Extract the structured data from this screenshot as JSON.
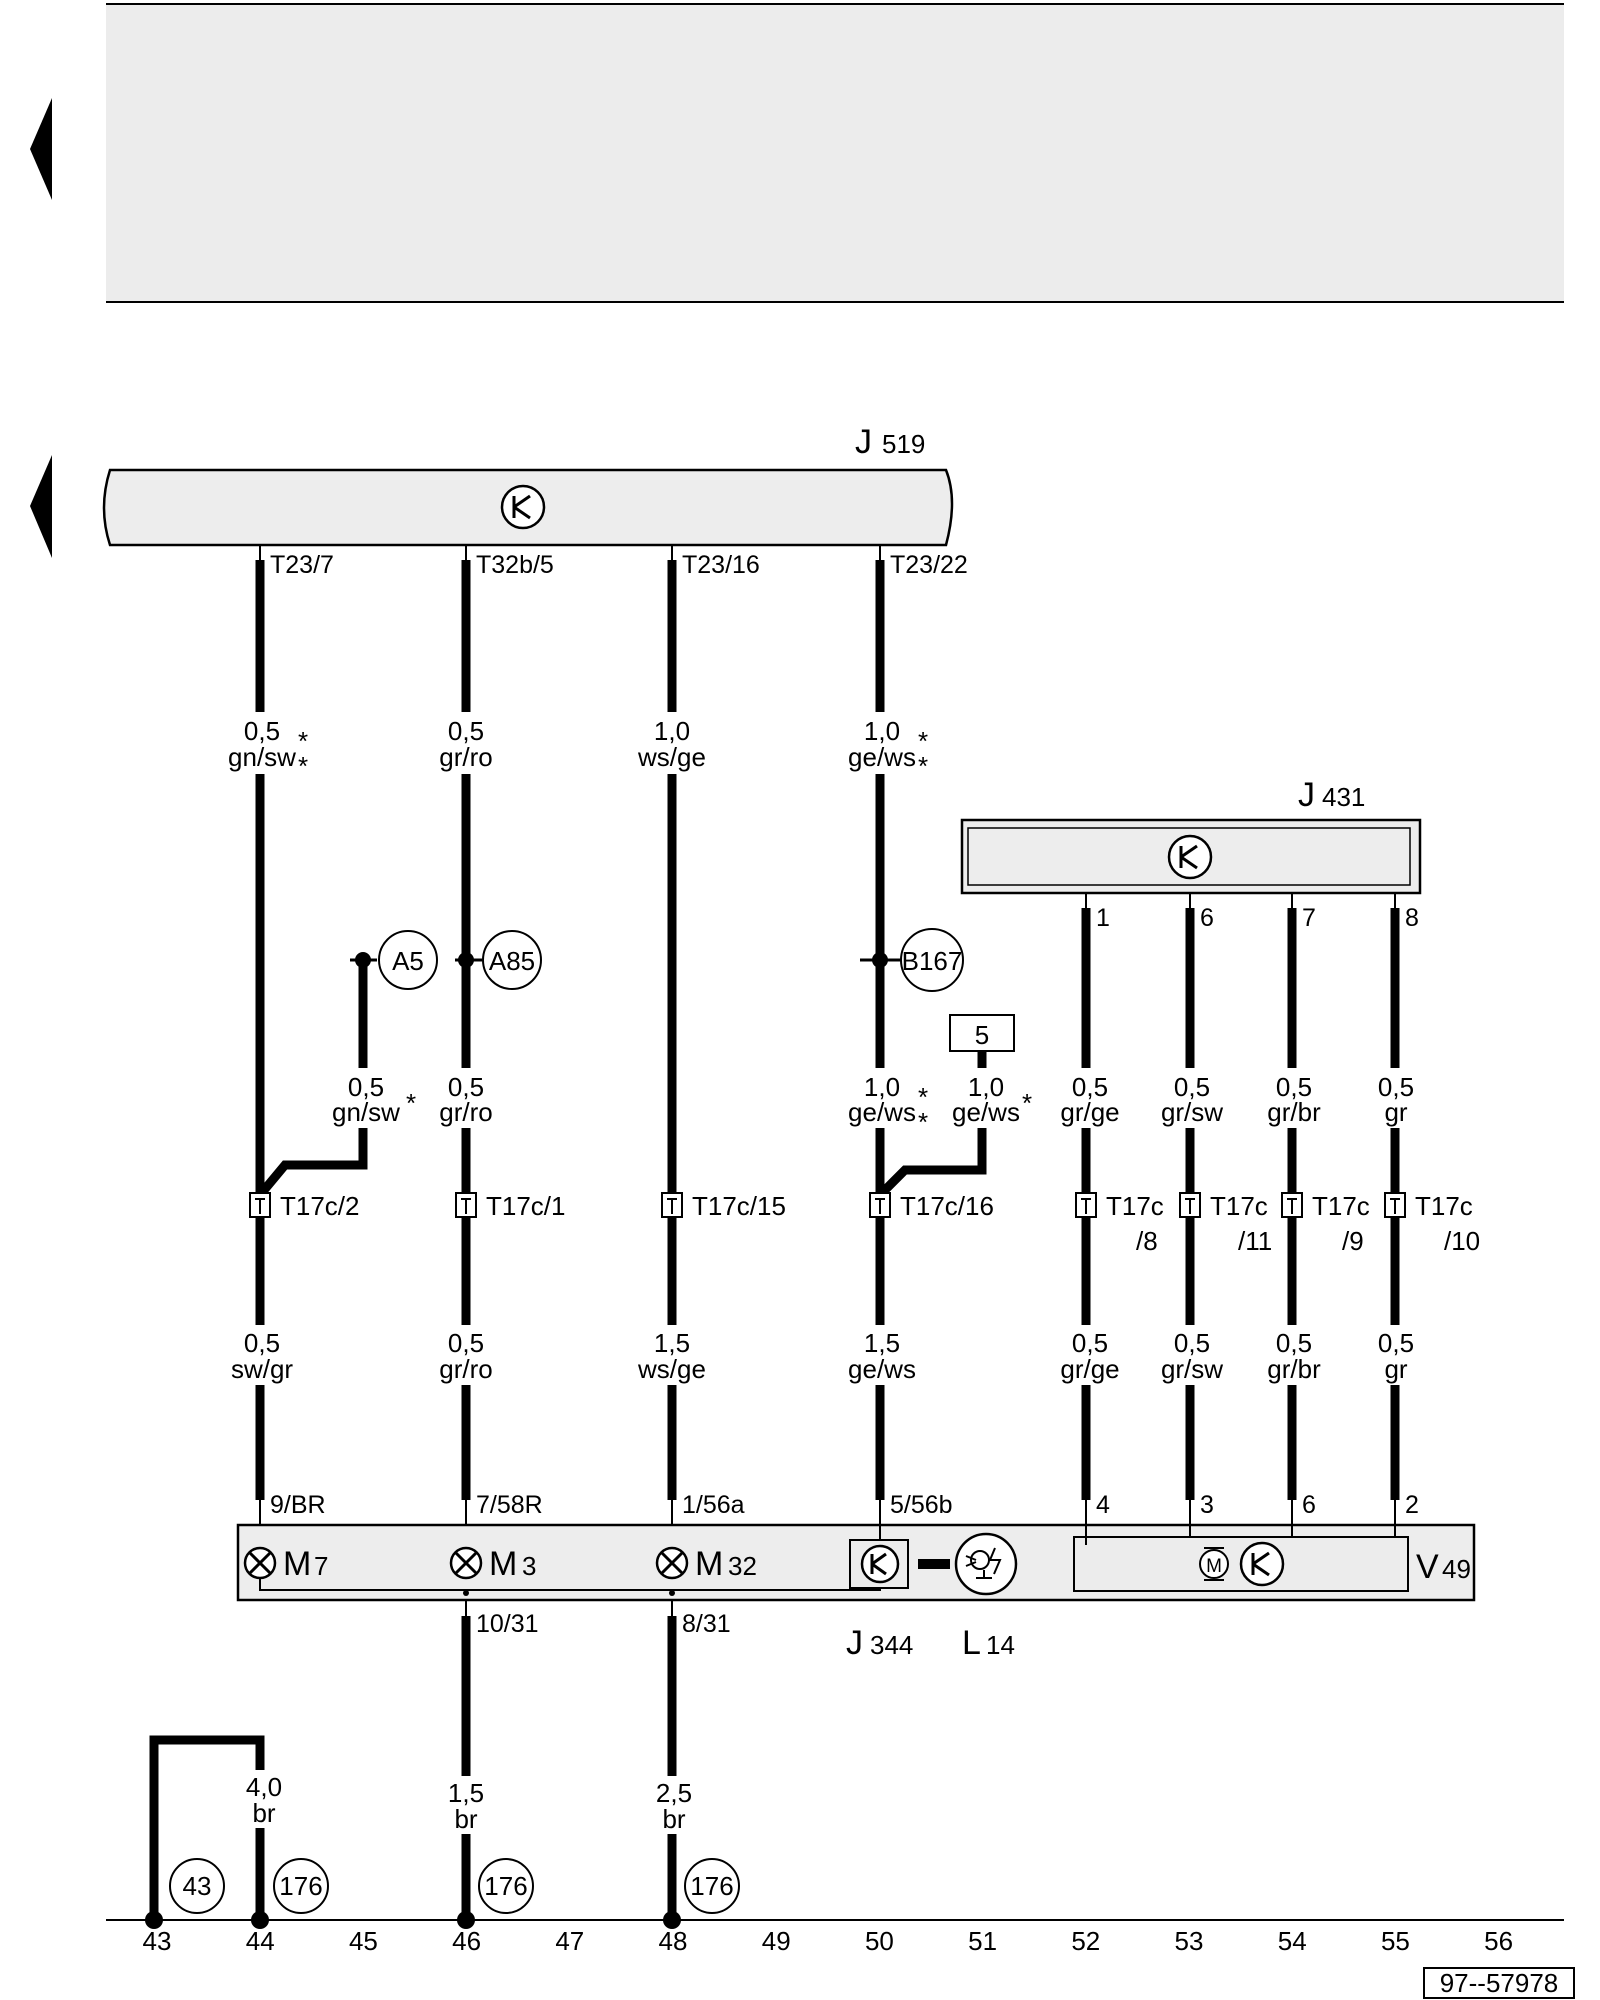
{
  "components": {
    "j519": {
      "code": "J",
      "sub": "519"
    },
    "j431": {
      "code": "J",
      "sub": "431"
    },
    "j344": {
      "code": "J",
      "sub": "344"
    },
    "l14": {
      "code": "L",
      "sub": "14"
    },
    "v49": {
      "code": "V",
      "sub": "49"
    }
  },
  "wires": [
    {
      "top_pin": "T23/7",
      "upper": [
        "0,5",
        "gn/sw"
      ],
      "upper_star": true,
      "splice": "A5",
      "mid": [
        "0,5",
        "gn/sw"
      ],
      "mid_star": true,
      "connector": "T17c/2",
      "lower": [
        "0,5",
        "sw/gr"
      ],
      "bottom_pin": "9/BR",
      "lamp": "M",
      "lamp_sub": "7"
    },
    {
      "top_pin": "T32b/5",
      "upper": [
        "0,5",
        "gr/ro"
      ],
      "upper_star": false,
      "splice": "A85",
      "mid": [
        "0,5",
        "gr/ro"
      ],
      "mid_star": false,
      "connector": "T17c/1",
      "lower": [
        "0,5",
        "gr/ro"
      ],
      "bottom_pin": "7/58R",
      "lamp": "M",
      "lamp_sub": "3",
      "ground_pin": "10/31",
      "ground": [
        "1,5",
        "br"
      ]
    },
    {
      "top_pin": "T23/16",
      "upper": [
        "1,0",
        "ws/ge"
      ],
      "upper_star": false,
      "connector": "T17c/15",
      "lower": [
        "1,5",
        "ws/ge"
      ],
      "bottom_pin": "1/56a",
      "lamp": "M",
      "lamp_sub": "32",
      "ground_pin": "8/31",
      "ground": [
        "2,5",
        "br"
      ]
    },
    {
      "top_pin": "T23/22",
      "upper": [
        "1,0",
        "ge/ws"
      ],
      "upper_star": true,
      "splice": "B167",
      "mid": [
        "1,0",
        "ge/ws"
      ],
      "mid_star": true,
      "connector": "T17c/16",
      "lower": [
        "1,5",
        "ge/ws"
      ],
      "bottom_pin": "5/56b"
    }
  ],
  "branch": {
    "ref": "5",
    "wire": [
      "1,0",
      "ge/ws"
    ],
    "star": true
  },
  "j431_wires": [
    {
      "top_pin": "1",
      "upper": [
        "0,5",
        "gr/ge"
      ],
      "connector": [
        "T17c",
        "/8"
      ],
      "lower": [
        "0,5",
        "gr/ge"
      ],
      "bottom_pin": "4"
    },
    {
      "top_pin": "6",
      "upper": [
        "0,5",
        "gr/sw"
      ],
      "connector": [
        "T17c",
        "/11"
      ],
      "lower": [
        "0,5",
        "gr/sw"
      ],
      "bottom_pin": "3"
    },
    {
      "top_pin": "7",
      "upper": [
        "0,5",
        "gr/br"
      ],
      "connector": [
        "T17c",
        "/9"
      ],
      "lower": [
        "0,5",
        "gr/br"
      ],
      "bottom_pin": "6"
    },
    {
      "top_pin": "8",
      "upper": [
        "0,5",
        "gr"
      ],
      "connector": [
        "T17c",
        "/10"
      ],
      "lower": [
        "0,5",
        "gr"
      ],
      "bottom_pin": "2"
    }
  ],
  "ground_wire": [
    "4,0",
    "br"
  ],
  "ground_refs": [
    "43",
    "176",
    "176",
    "176"
  ],
  "motor_symbol": "M",
  "star": "*",
  "track_numbers": [
    "43",
    "44",
    "45",
    "46",
    "47",
    "48",
    "49",
    "50",
    "51",
    "52",
    "53",
    "54",
    "55",
    "56"
  ],
  "diagram_id": "97--57978"
}
